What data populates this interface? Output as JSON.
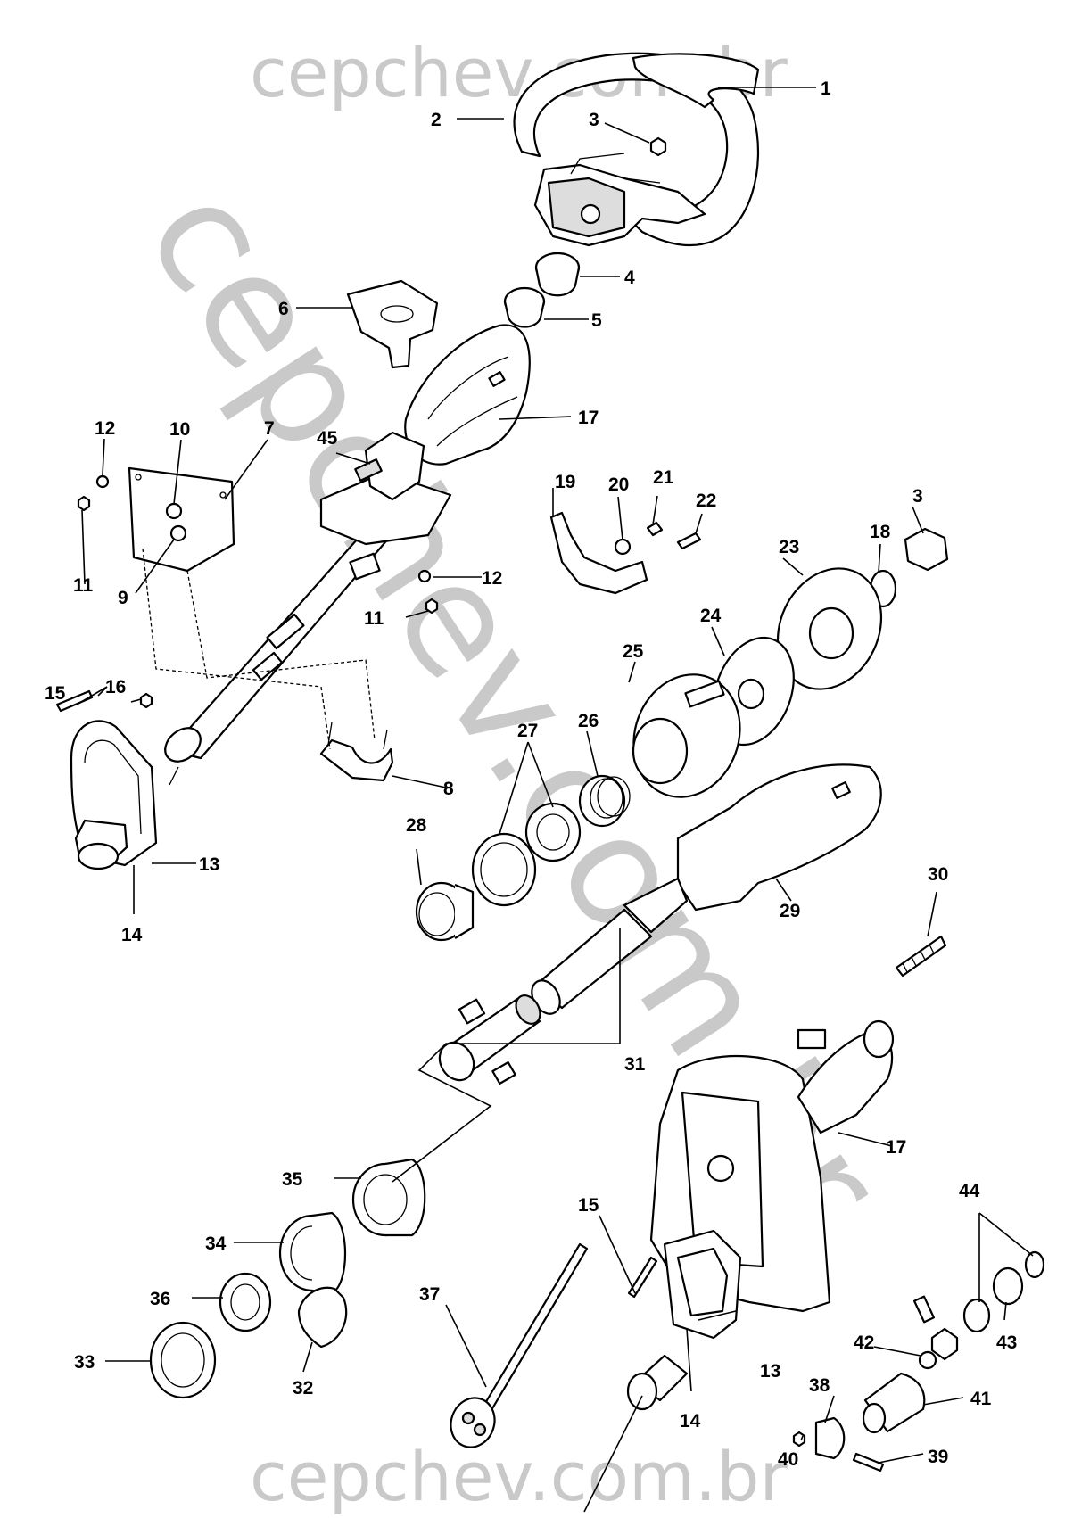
{
  "watermark": {
    "top": "cepchev.com.br",
    "bottom": "cepchev.com.br",
    "diagonal": "cepchev.com.br",
    "color": "#c9c9c9"
  },
  "parts": {
    "p1": "1",
    "p2": "2",
    "p3a": "3",
    "p3b": "3",
    "p4": "4",
    "p5": "5",
    "p6": "6",
    "p7": "7",
    "p8": "8",
    "p9": "9",
    "p10": "10",
    "p11a": "11",
    "p11b": "11",
    "p12a": "12",
    "p12b": "12",
    "p13a": "13",
    "p13b": "13",
    "p14a": "14",
    "p14b": "14",
    "p15a": "15",
    "p15b": "15",
    "p16": "16",
    "p17a": "17",
    "p17b": "17",
    "p18": "18",
    "p19": "19",
    "p20": "20",
    "p21": "21",
    "p22": "22",
    "p23": "23",
    "p24": "24",
    "p25": "25",
    "p26": "26",
    "p27": "27",
    "p28": "28",
    "p29": "29",
    "p30": "30",
    "p31": "31",
    "p32": "32",
    "p33": "33",
    "p34": "34",
    "p35": "35",
    "p36": "36",
    "p37": "37",
    "p38": "38",
    "p39": "39",
    "p40": "40",
    "p41": "41",
    "p42": "42",
    "p43": "43",
    "p44": "44",
    "p45": "45"
  }
}
